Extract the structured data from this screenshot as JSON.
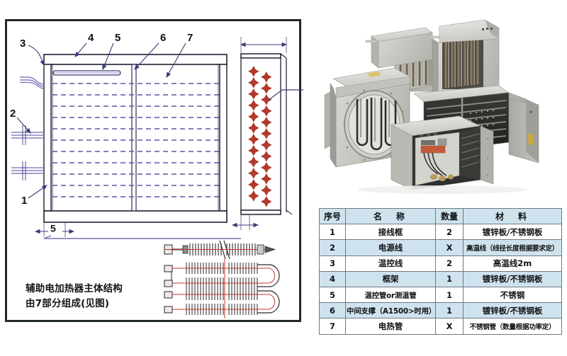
{
  "drawing": {
    "caption_line1": "辅助电加热器主体结构",
    "caption_line2": "由7部分组成(见图)",
    "callouts": [
      {
        "id": "callout-1",
        "label": "1"
      },
      {
        "id": "callout-2",
        "label": "2"
      },
      {
        "id": "callout-3",
        "label": "3"
      },
      {
        "id": "callout-4",
        "label": "4"
      },
      {
        "id": "callout-5",
        "label": "5"
      },
      {
        "id": "callout-6",
        "label": "6"
      },
      {
        "id": "callout-7",
        "label": "7"
      }
    ],
    "dimension_labels": [
      {
        "id": "dim-bottom-left",
        "label": "5"
      }
    ],
    "colors": {
      "frame": "#20282c",
      "line": "#2b2b55",
      "accent_purple": "#5b54a8",
      "tube_cross": "#b03a2e"
    }
  },
  "photo": {
    "alt": "electric duct heater product group photo",
    "units": [
      "heater-unit-rear-left",
      "heater-unit-rear-right",
      "heater-unit-round-duct",
      "heater-unit-wide-open",
      "heater-unit-front-control"
    ]
  },
  "table": {
    "headers": [
      "序号",
      "名　称",
      "数量",
      "材　料"
    ],
    "rows": [
      {
        "no": "1",
        "name": "接线框",
        "qty": "2",
        "material": "镀锌板/不锈钢板",
        "mat_class": ""
      },
      {
        "no": "2",
        "name": "电源线",
        "qty": "X",
        "material": "高温线（线径长度根据要求定）",
        "mat_class": "tiny"
      },
      {
        "no": "3",
        "name": "温控线",
        "qty": "2",
        "material": "高温线2m",
        "mat_class": ""
      },
      {
        "no": "4",
        "name": "框架",
        "qty": "1",
        "material": "镀锌板/不锈钢板",
        "mat_class": ""
      },
      {
        "no": "5",
        "name": "温控管or测温管",
        "qty": "1",
        "material": "不锈钢",
        "mat_class": ""
      },
      {
        "no": "6",
        "name": "中间支撑（A1500>时用）",
        "qty": "1",
        "material": "镀锌板/不锈钢板",
        "mat_class": "",
        "name_class": "smallish"
      },
      {
        "no": "7",
        "name": "电热管",
        "qty": "X",
        "material": "不锈钢管（数量根据功率定）",
        "mat_class": "tiny"
      }
    ],
    "colors": {
      "header_bg": "#cfe3ef",
      "alt_row_bg": "#cfe3ef",
      "border": "#6d7a82"
    }
  }
}
